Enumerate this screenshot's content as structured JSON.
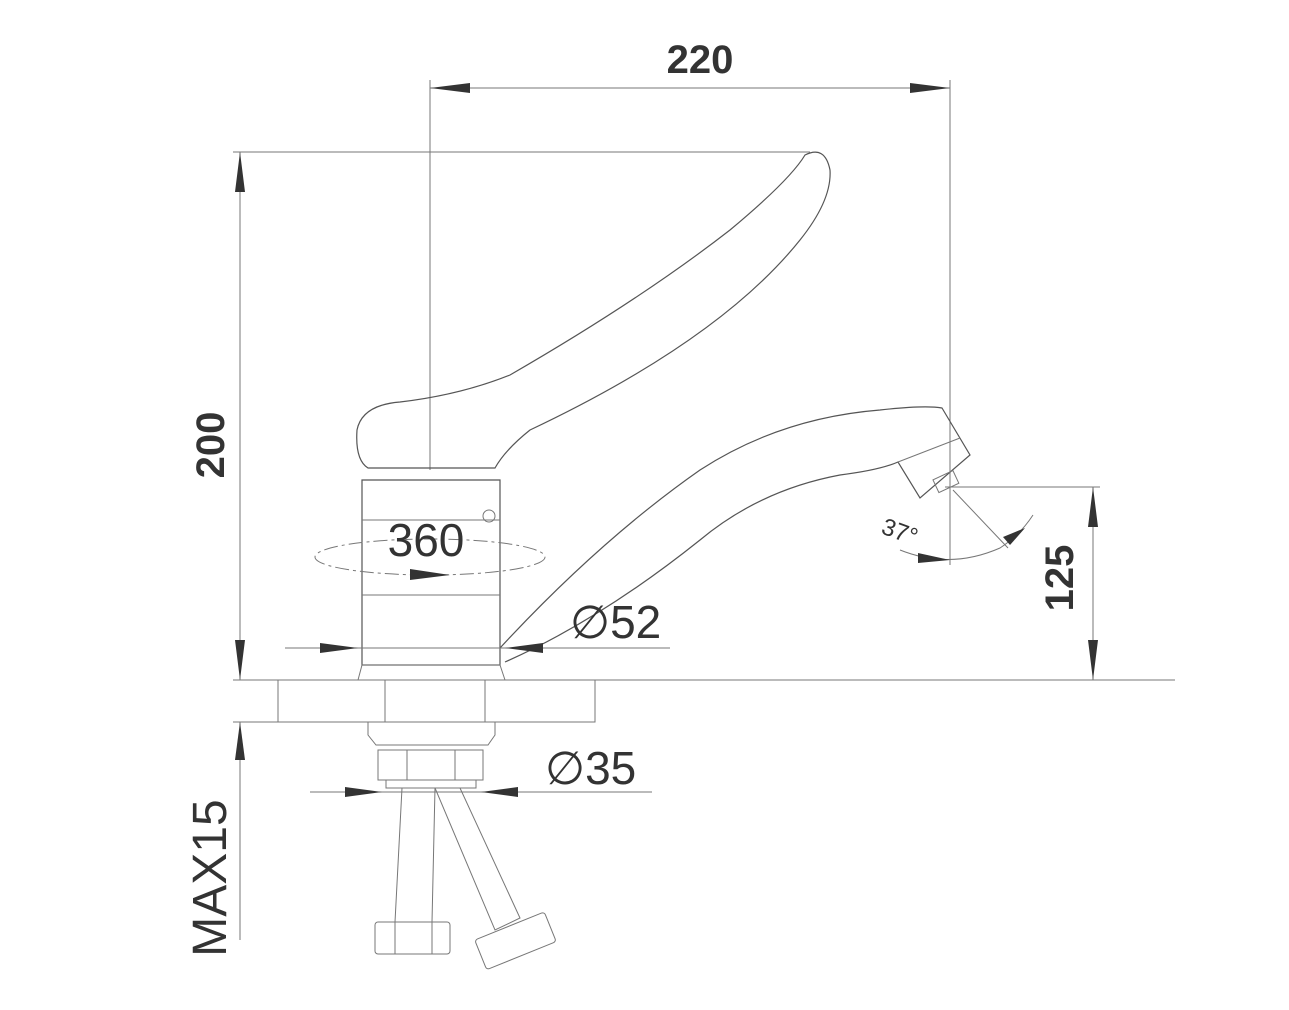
{
  "drawing": {
    "title": "Single-lever faucet dimension drawing",
    "dimensions": {
      "width": "220",
      "height": "200",
      "spout_height": "125",
      "rotation": "360",
      "body_diameter": "∅52",
      "shank_diameter": "∅35",
      "max_counter_thickness": "MAX15",
      "aerator_angle": "37°"
    },
    "colors": {
      "line": "#777777",
      "text": "#333333"
    }
  }
}
